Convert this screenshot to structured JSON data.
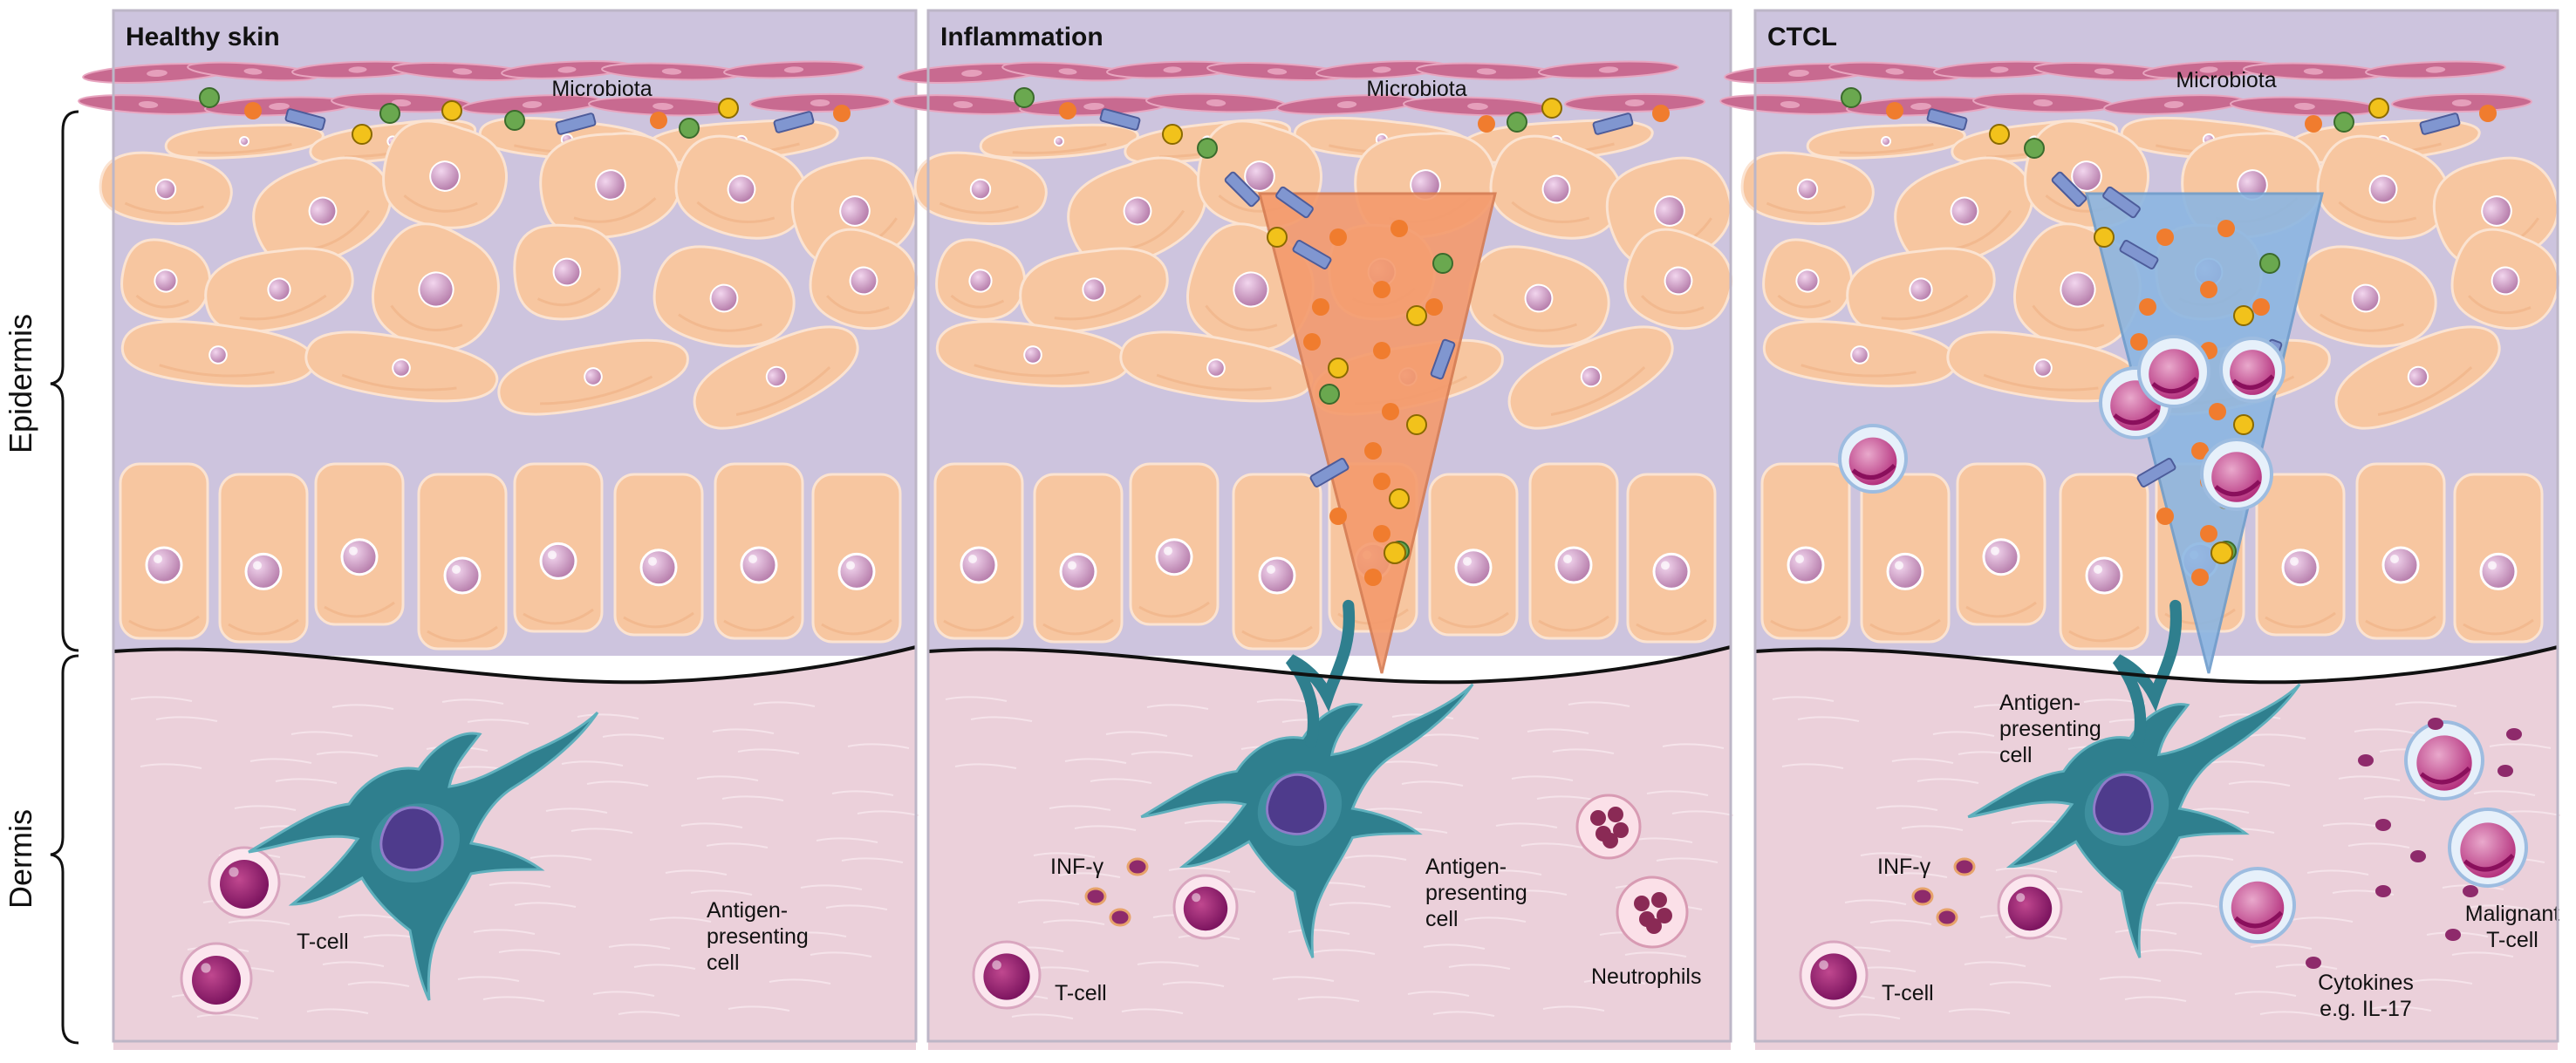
{
  "side_labels": {
    "epidermis": "Epidermis",
    "dermis": "Dermis"
  },
  "panels": [
    {
      "title": "Healthy skin",
      "microbiota": "Microbiota",
      "labels": {
        "tcell": "T-cell",
        "apc": "Antigen-\npresenting\ncell"
      }
    },
    {
      "title": "Inflammation",
      "microbiota": "Microbiota",
      "labels": {
        "tcell": "T-cell",
        "apc": "Antigen-\npresenting\ncell",
        "cytokine": "INF-γ",
        "neutrophils": "Neutrophils"
      }
    },
    {
      "title": "CTCL",
      "microbiota": "Microbiota",
      "labels": {
        "tcell": "T-cell",
        "apc": "Antigen-\npresenting\ncell",
        "cytokine": "INF-γ",
        "malignant": "Malignant\nT-cell",
        "cytokines": "Cytokines\ne.g. IL-17"
      }
    }
  ],
  "colors": {
    "epidermis_bg": "#cdc4de",
    "dermis_bg": "#ebd0da",
    "keratinocyte": "#f7c6a0",
    "nucleus": "#c58fb8",
    "corneocyte": "#c86a90",
    "apc": "#2f7f8e",
    "tcell": "#8e1e6a",
    "wedge_inflammation": "#f49a6d",
    "wedge_ctcl": "#8cb6e2",
    "microbe_green": "#6aa84f",
    "microbe_orange": "#f07c2e",
    "microbe_yellow": "#f2c21b",
    "microbe_rod": "#8096d0"
  }
}
